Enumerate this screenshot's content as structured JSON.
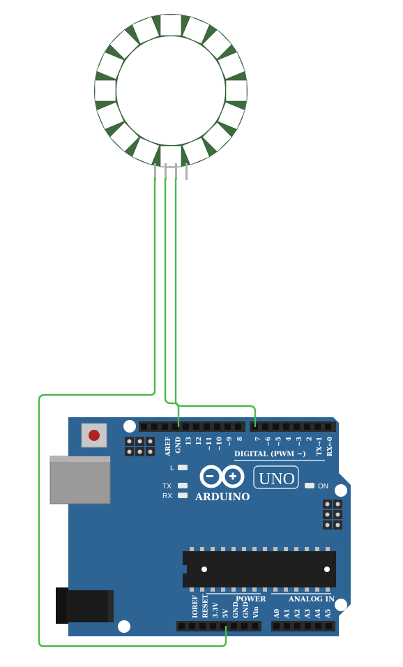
{
  "board": {
    "logo_text": "ARDUINO",
    "model": "UNO",
    "on_label": "ON",
    "led_l": "L",
    "led_tx": "TX",
    "led_rx": "RX",
    "digital_label": "DIGITAL (PWM ~)",
    "power_label": "POWER",
    "analog_label": "ANALOG IN",
    "top_pins": [
      "AREF",
      "GND",
      "13",
      "12",
      "~11",
      "~10",
      "~9",
      "8"
    ],
    "digital_pins": [
      "7",
      "~6",
      "~5",
      "4",
      "~3",
      "2",
      "TX→1",
      "RX←0"
    ],
    "power_pins": [
      "IOREF",
      "RESET",
      "3.3V",
      "5V",
      "GND",
      "GND",
      "Vin"
    ],
    "analog_pins": [
      "A0",
      "A1",
      "A2",
      "A3",
      "A4",
      "A5"
    ],
    "colors": {
      "pcb": "#2d6494",
      "header": "#2b2b2b",
      "chip": "#1f1f1f",
      "usb": "#9a9a9a",
      "jack": "#111111",
      "reset": "#b22222"
    }
  },
  "ring": {
    "pixel_count": 16,
    "colors": {
      "pcb": "#3d6b3d",
      "pixel": "#ffffff"
    }
  },
  "wires": {
    "color": "#4cb84c"
  }
}
